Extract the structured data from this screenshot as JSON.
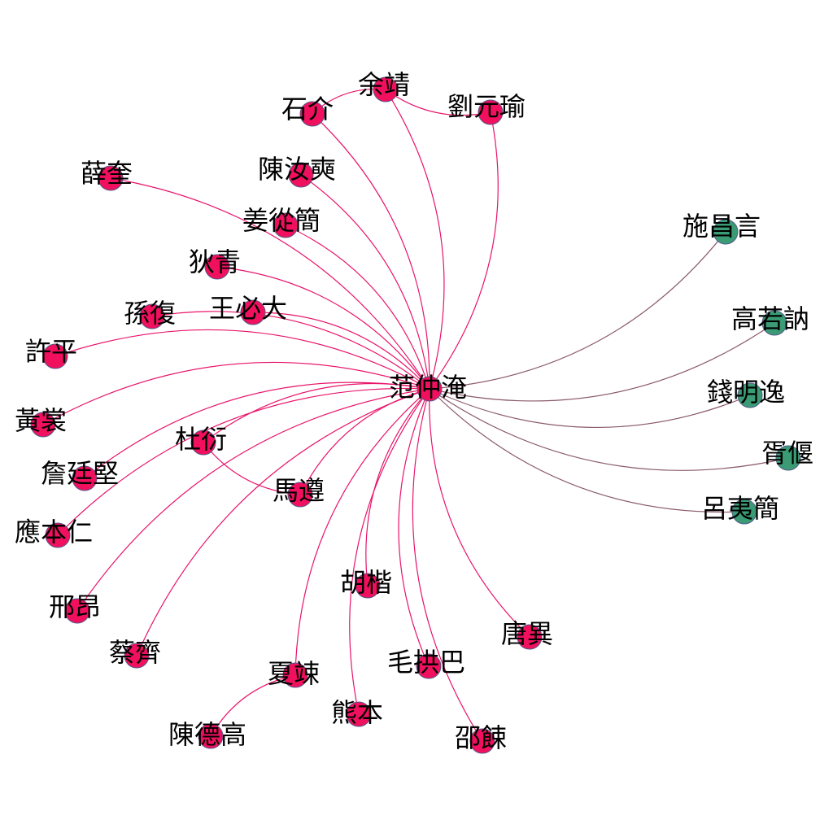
{
  "colors": {
    "ally_node": "#f0105e",
    "ally_edge": "#e8146a",
    "rival_node": "#3a9b74",
    "rival_edge": "#8a5a6a",
    "node_stroke": "#555a8a"
  },
  "center": "范仲淹",
  "nodes": [
    {
      "id": "center",
      "label": "范仲淹",
      "group": "ally"
    },
    {
      "id": "yujing",
      "label": "余靖",
      "group": "ally"
    },
    {
      "id": "shijie",
      "label": "石介",
      "group": "ally"
    },
    {
      "id": "liuyuanyu",
      "label": "劉元瑜",
      "group": "ally"
    },
    {
      "id": "chenrushuang",
      "label": "陳汝奭",
      "group": "ally"
    },
    {
      "id": "xuekui",
      "label": "薛奎",
      "group": "ally"
    },
    {
      "id": "jiangcongjian",
      "label": "姜從簡",
      "group": "ally"
    },
    {
      "id": "diqing",
      "label": "狄青",
      "group": "ally"
    },
    {
      "id": "wangbida",
      "label": "王必大",
      "group": "ally"
    },
    {
      "id": "sunfu",
      "label": "孫復",
      "group": "ally"
    },
    {
      "id": "xuping",
      "label": "許平",
      "group": "ally"
    },
    {
      "id": "huangchang",
      "label": "黃裳",
      "group": "ally"
    },
    {
      "id": "duyan",
      "label": "杜衍",
      "group": "ally"
    },
    {
      "id": "zhantingjian",
      "label": "詹廷堅",
      "group": "ally"
    },
    {
      "id": "mazun",
      "label": "馬遵",
      "group": "ally"
    },
    {
      "id": "yingbenren",
      "label": "應本仁",
      "group": "ally"
    },
    {
      "id": "hukai",
      "label": "胡楷",
      "group": "ally"
    },
    {
      "id": "xingang",
      "label": "邢昂",
      "group": "ally"
    },
    {
      "id": "caiqi",
      "label": "蔡齊",
      "group": "ally"
    },
    {
      "id": "tangyi",
      "label": "唐異",
      "group": "ally"
    },
    {
      "id": "maogongba",
      "label": "毛拱巴",
      "group": "ally"
    },
    {
      "id": "xiasong",
      "label": "夏竦",
      "group": "ally"
    },
    {
      "id": "xiongben",
      "label": "熊本",
      "group": "ally"
    },
    {
      "id": "chendegao",
      "label": "陳德高",
      "group": "ally"
    },
    {
      "id": "shaosu",
      "label": "邵餗",
      "group": "ally"
    },
    {
      "id": "shichangyan",
      "label": "施昌言",
      "group": "rival"
    },
    {
      "id": "gaoruone",
      "label": "高若訥",
      "group": "rival"
    },
    {
      "id": "qianmingyi",
      "label": "錢明逸",
      "group": "rival"
    },
    {
      "id": "xuyan",
      "label": "胥偃",
      "group": "rival"
    },
    {
      "id": "lvyijian",
      "label": "呂夷簡",
      "group": "rival"
    }
  ],
  "edges": [
    {
      "from": "center",
      "to": "yujing",
      "group": "ally"
    },
    {
      "from": "center",
      "to": "liuyuanyu",
      "group": "ally"
    },
    {
      "from": "center",
      "to": "shijie",
      "group": "ally"
    },
    {
      "from": "center",
      "to": "chenrushuang",
      "group": "ally"
    },
    {
      "from": "center",
      "to": "xuekui",
      "group": "ally"
    },
    {
      "from": "center",
      "to": "jiangcongjian",
      "group": "ally"
    },
    {
      "from": "center",
      "to": "diqing",
      "group": "ally"
    },
    {
      "from": "center",
      "to": "wangbida",
      "group": "ally"
    },
    {
      "from": "center",
      "to": "sunfu",
      "group": "ally"
    },
    {
      "from": "center",
      "to": "xuping",
      "group": "ally"
    },
    {
      "from": "center",
      "to": "huangchang",
      "group": "ally"
    },
    {
      "from": "center",
      "to": "duyan",
      "group": "ally"
    },
    {
      "from": "center",
      "to": "zhantingjian",
      "group": "ally"
    },
    {
      "from": "center",
      "to": "mazun",
      "group": "ally"
    },
    {
      "from": "center",
      "to": "yingbenren",
      "group": "ally"
    },
    {
      "from": "center",
      "to": "hukai",
      "group": "ally"
    },
    {
      "from": "center",
      "to": "xingang",
      "group": "ally"
    },
    {
      "from": "center",
      "to": "caiqi",
      "group": "ally"
    },
    {
      "from": "center",
      "to": "tangyi",
      "group": "ally"
    },
    {
      "from": "center",
      "to": "maogongba",
      "group": "ally"
    },
    {
      "from": "center",
      "to": "xiasong",
      "group": "ally"
    },
    {
      "from": "center",
      "to": "xiongben",
      "group": "ally"
    },
    {
      "from": "center",
      "to": "shaosu",
      "group": "ally"
    },
    {
      "from": "yujing",
      "to": "shijie",
      "group": "ally"
    },
    {
      "from": "yujing",
      "to": "liuyuanyu",
      "group": "ally"
    },
    {
      "from": "duyan",
      "to": "mazun",
      "group": "ally"
    },
    {
      "from": "xiasong",
      "to": "chendegao",
      "group": "ally"
    },
    {
      "from": "center",
      "to": "shichangyan",
      "group": "rival"
    },
    {
      "from": "center",
      "to": "gaoruone",
      "group": "rival"
    },
    {
      "from": "center",
      "to": "qianmingyi",
      "group": "rival"
    },
    {
      "from": "center",
      "to": "xuyan",
      "group": "rival"
    },
    {
      "from": "center",
      "to": "lvyijian",
      "group": "rival"
    }
  ]
}
